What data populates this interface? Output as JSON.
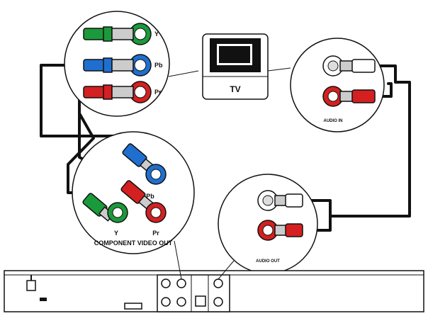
{
  "labels": {
    "tv": "TV",
    "tv_y": "Y",
    "tv_pb": "Pb",
    "tv_pr": "Pr",
    "tv_audio_in": "AUDIO IN",
    "player_y": "Y",
    "player_pb": "Pb",
    "player_pr": "Pr",
    "component_video_out": "COMPONENT VIDEO OUT",
    "audio_out": "AUDIO OUT"
  },
  "colors": {
    "y": "#1a9a3a",
    "pb": "#1f6fd0",
    "pr": "#d42020",
    "white": "#ffffff",
    "cable": "#111111"
  }
}
